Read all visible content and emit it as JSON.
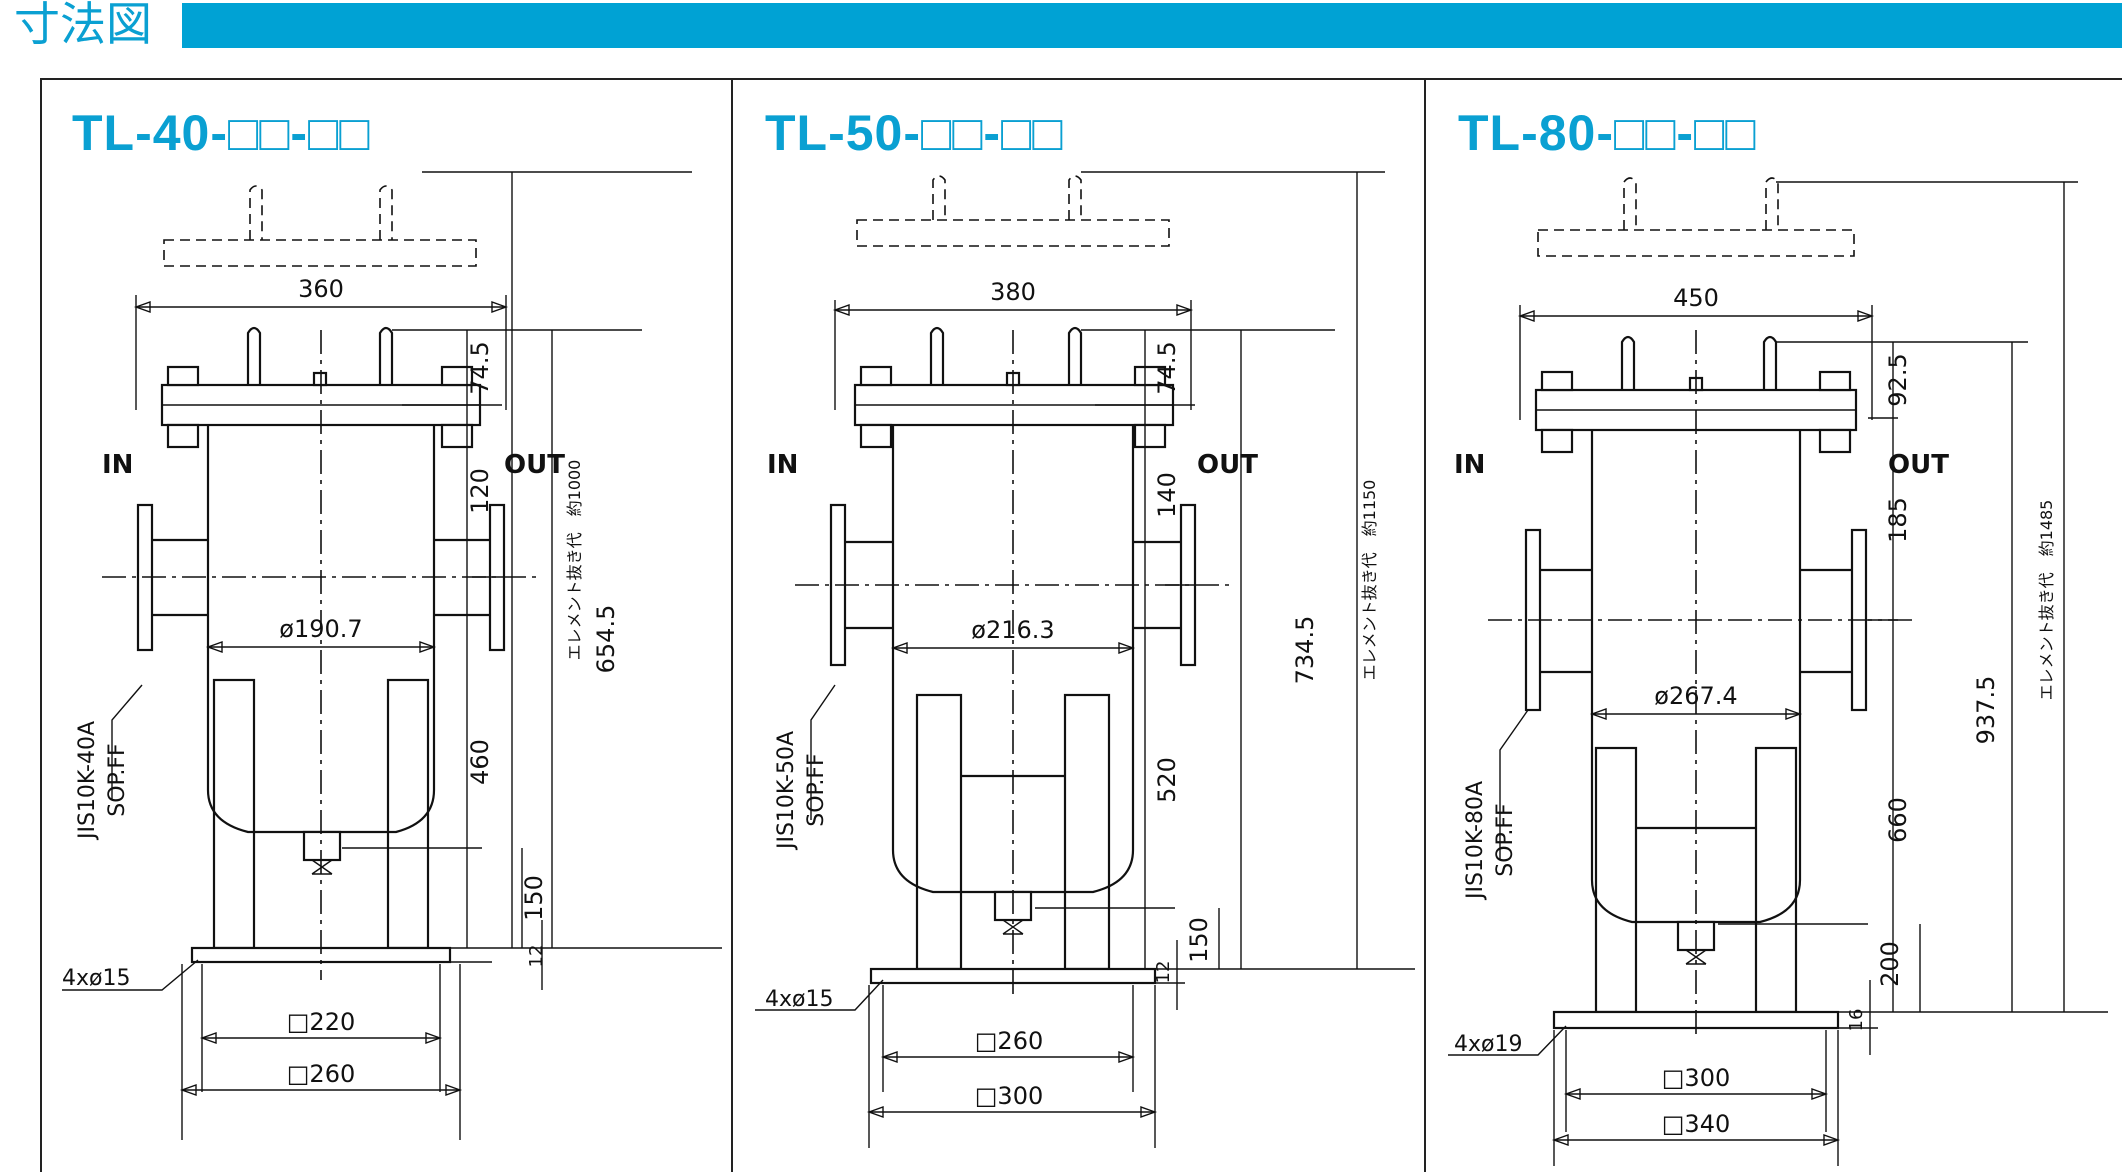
{
  "header": {
    "title": "寸法図",
    "bar_color": "#00a2d4"
  },
  "panels": [
    {
      "model": "TL-40-□□-□□",
      "width": "360",
      "top_dim": "74.5",
      "inlet_dim": "120",
      "diameter": "ø190.7",
      "overall": "654.5",
      "body_dim": "460",
      "drain_dim": "150",
      "base_thk": "12",
      "element": "エレメント抜き代　約1000",
      "nozzle": "JIS10K-40A",
      "face": "SOP.FF",
      "in_label": "IN",
      "out_label": "OUT",
      "holes": "4xø15",
      "pitch": "□220",
      "base": "□260"
    },
    {
      "model": "TL-50-□□-□□",
      "width": "380",
      "top_dim": "74.5",
      "inlet_dim": "140",
      "diameter": "ø216.3",
      "overall": "734.5",
      "body_dim": "520",
      "drain_dim": "150",
      "base_thk": "12",
      "element": "エレメント抜き代　約1150",
      "nozzle": "JIS10K-50A",
      "face": "SOP.FF",
      "in_label": "IN",
      "out_label": "OUT",
      "holes": "4xø15",
      "pitch": "□260",
      "base": "□300"
    },
    {
      "model": "TL-80-□□-□□",
      "width": "450",
      "top_dim": "92.5",
      "inlet_dim": "185",
      "diameter": "ø267.4",
      "overall": "937.5",
      "body_dim": "660",
      "drain_dim": "200",
      "base_thk": "16",
      "element": "エレメント抜き代　約1485",
      "nozzle": "JIS10K-80A",
      "face": "SOP.FF",
      "in_label": "IN",
      "out_label": "OUT",
      "holes": "4xø19",
      "pitch": "□300",
      "base": "□340"
    }
  ]
}
